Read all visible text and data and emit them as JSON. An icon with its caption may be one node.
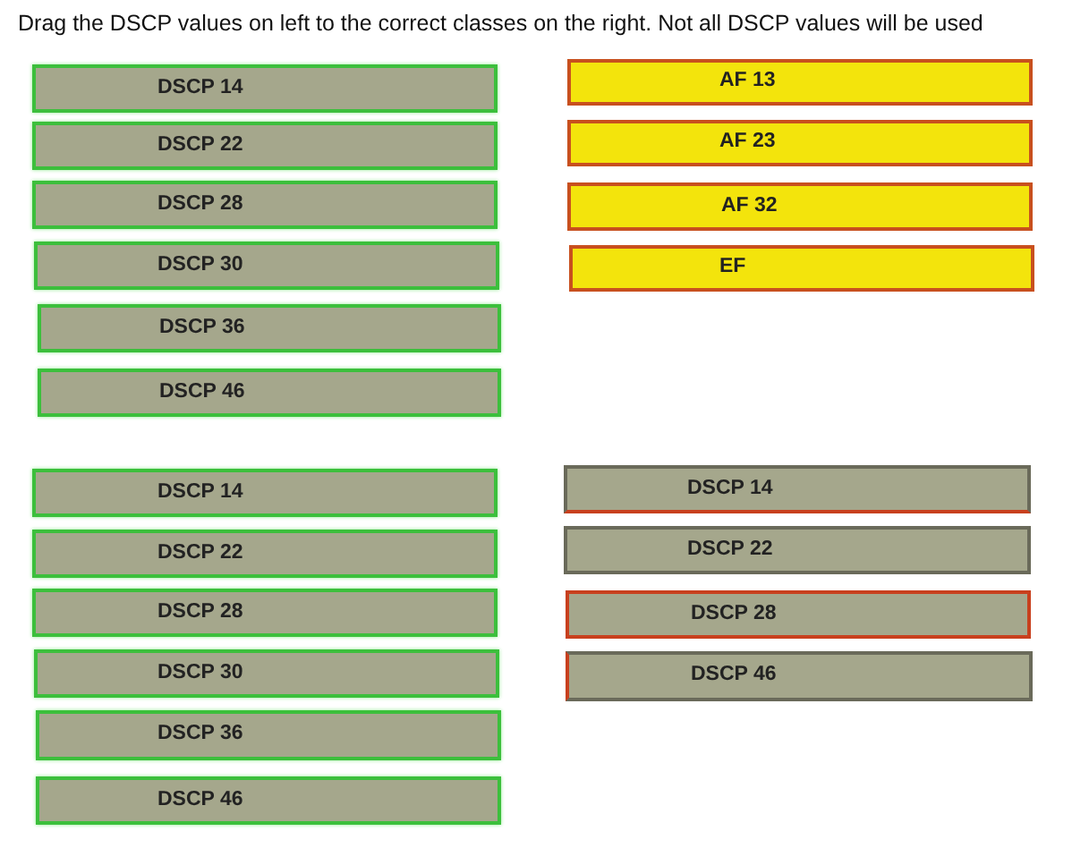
{
  "diagram": {
    "title": "Drag the DSCP values on left to the correct classes on the right. Not all DSCP values will be used",
    "nodes": [
      {
        "text": [
          "DSCP 14"
        ]
      },
      {
        "text": [
          "DSCP 22"
        ]
      },
      {
        "text": [
          "DSCP 28"
        ]
      },
      {
        "text": [
          "DSCP 30"
        ]
      },
      {
        "text": [
          "DSCP 36"
        ]
      },
      {
        "text": [
          "DSCP 46"
        ]
      },
      {
        "text": [
          "AF 13"
        ]
      },
      {
        "text": [
          "AF 23"
        ]
      },
      {
        "text": [
          "AF 32"
        ]
      },
      {
        "text": [
          "EF"
        ]
      },
      {
        "text": [
          "DSCP 14"
        ]
      },
      {
        "text": [
          "DSCP 22"
        ]
      },
      {
        "text": [
          "DSCP 28"
        ]
      },
      {
        "text": [
          "DSCP 30"
        ]
      },
      {
        "text": [
          "DSCP 36"
        ]
      },
      {
        "text": [
          "DSCP 46"
        ]
      },
      {
        "text": [
          "DSCP 14"
        ]
      },
      {
        "text": [
          "DSCP 22"
        ]
      },
      {
        "text": [
          "DSCP 28"
        ]
      },
      {
        "text": [
          "DSCP 46"
        ]
      }
    ]
  }
}
